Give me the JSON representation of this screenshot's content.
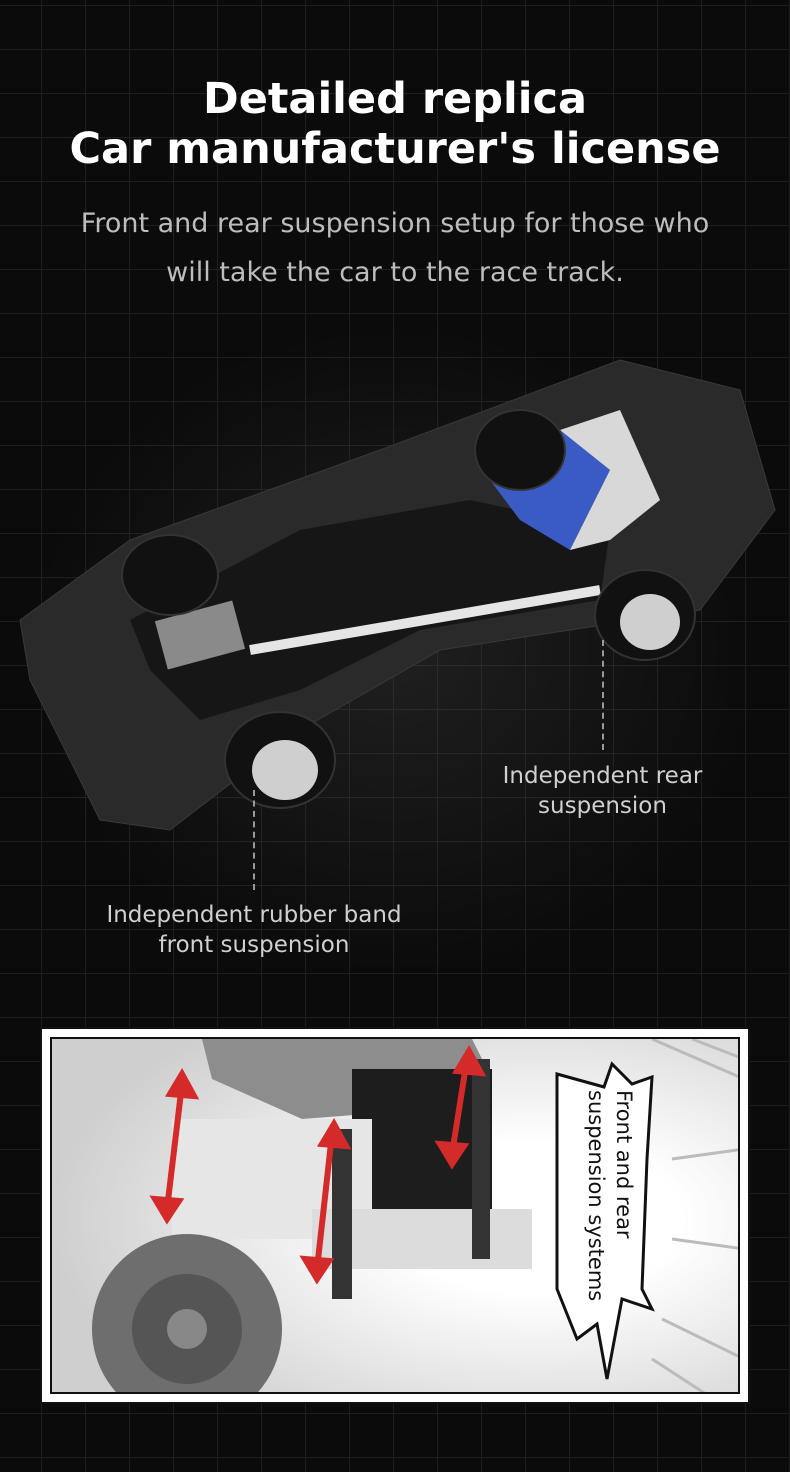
{
  "header": {
    "title_line1": "Detailed replica",
    "title_line2": "Car manufacturer's license",
    "subtitle_line1": "Front and rear suspension setup for those who",
    "subtitle_line2": "will take the car to the race track."
  },
  "callouts": {
    "rear": {
      "line1": "Independent rear",
      "line2": "suspension"
    },
    "front": {
      "line1": "Independent rubber band",
      "line2": "front suspension"
    }
  },
  "detail_panel": {
    "bubble_line1": "Front and rear",
    "bubble_line2": "suspension systems"
  },
  "colors": {
    "background": "#0b0b0b",
    "grid": "#1f1f1f",
    "accent_stripe": "#3b5bc4",
    "arrow": "#d42a2a"
  }
}
